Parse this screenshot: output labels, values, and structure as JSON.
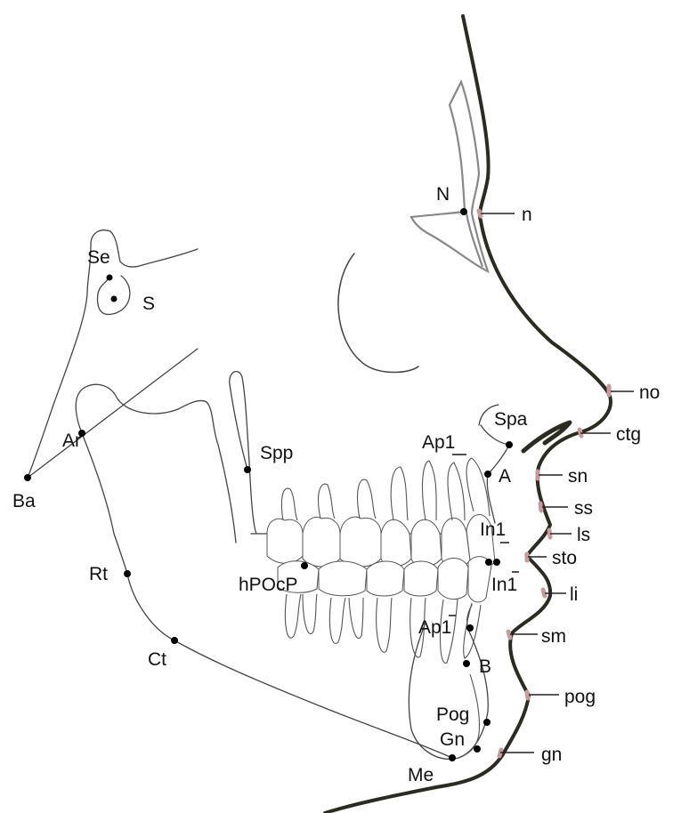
{
  "landmarks": {
    "N": "N",
    "n": "n",
    "Se": "Se",
    "S": "S",
    "no": "no",
    "Spa": "Spa",
    "ctg": "ctg",
    "Ap1_upper": "Ap1",
    "Spp": "Spp",
    "A": "A",
    "sn": "sn",
    "Ar": "Ar",
    "Ba": "Ba",
    "ss": "ss",
    "In1_upper": "In1",
    "ls": "ls",
    "sto": "sto",
    "Rt": "Rt",
    "hPOcP": "hPOcP",
    "In1_lower": "In1",
    "li": "li",
    "Ap1_lower": "Ap1",
    "sm": "sm",
    "Ct": "Ct",
    "B": "B",
    "pog": "pog",
    "Pog": "Pog",
    "Gn": "Gn",
    "gn": "gn",
    "Me": "Me"
  },
  "colors": {
    "soft_tissue": "#2b2b22",
    "bone": "#444444",
    "points": "#000000",
    "soft_markers": "#c89a9a"
  }
}
